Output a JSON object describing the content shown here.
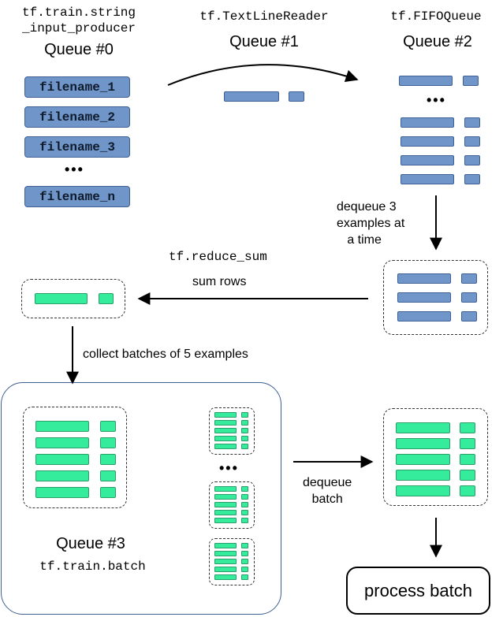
{
  "queue0": {
    "code": "tf.train.string\n_input_producer",
    "name": "Queue #0",
    "files": [
      "filename_1",
      "filename_2",
      "filename_3",
      "filename_n"
    ],
    "ellipsis": "•••"
  },
  "queue1": {
    "code": "tf.TextLineReader",
    "name": "Queue #1"
  },
  "queue2": {
    "code": "tf.FIFOQueue",
    "name": "Queue #2",
    "ellipsis": "•••"
  },
  "steps": {
    "dequeue3": "dequeue 3\nexamples at\n   a time",
    "reduce_code": "tf.reduce_sum",
    "sum_rows": "sum rows",
    "collect": "collect batches of 5 examples",
    "dequeue_batch": "dequeue\nbatch"
  },
  "queue3": {
    "name": "Queue #3",
    "code": "tf.train.batch",
    "ellipsis": "•••"
  },
  "process": {
    "label": "process batch"
  },
  "colors": {
    "blue": "#6f95c9",
    "green": "#35ec9c",
    "queue3_border": "#3e5f94"
  }
}
